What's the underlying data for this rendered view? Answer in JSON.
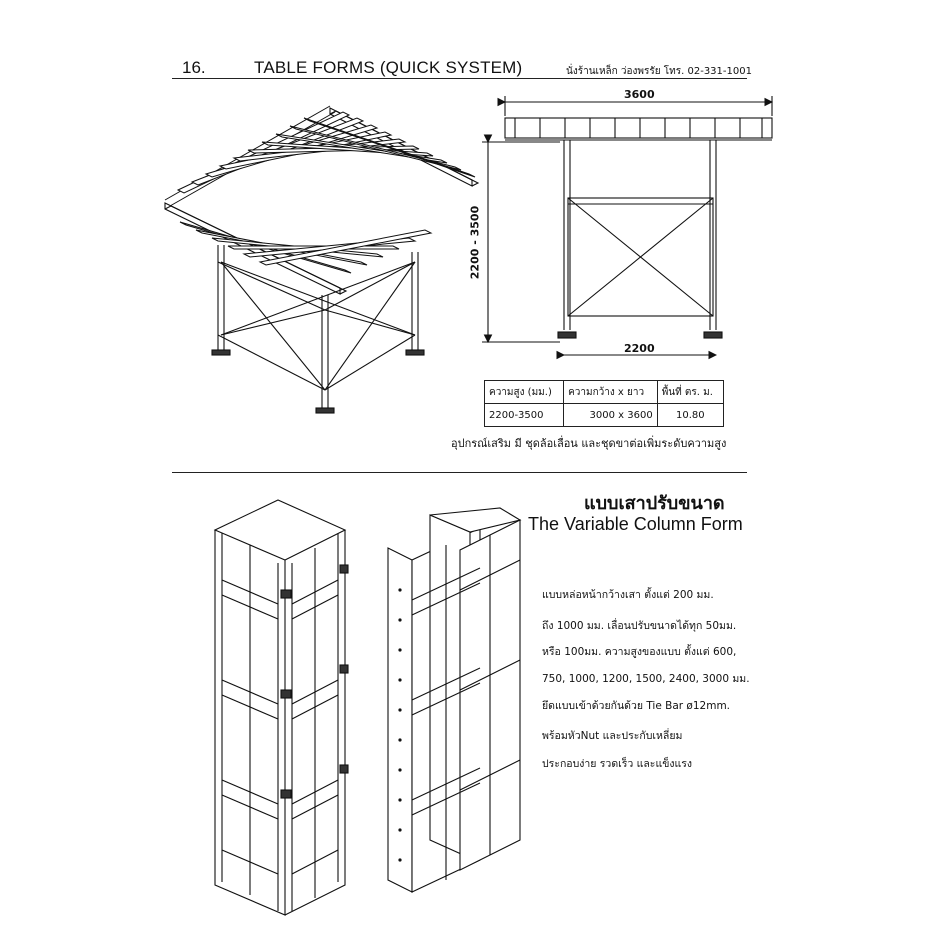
{
  "header": {
    "page_number": "16.",
    "title": "TABLE FORMS  (QUICK SYSTEM)",
    "contact": "นั่งร้านเหล็ก ว่องพรรัย โทร. 02-331-1001"
  },
  "table_form": {
    "dims": {
      "top_width": "3600",
      "height_range": "2200 - 3500",
      "base_width": "2200"
    },
    "spec_table": {
      "headers": [
        "ความสูง (มม.)",
        "ความกว้าง x ยาว",
        "พื้นที่ ตร. ม."
      ],
      "row": [
        "2200-3500",
        "3000 x 3600",
        "10.80"
      ]
    },
    "accessory_note": "อุปกรณ์เสริม มี ชุดล้อเลื่อน และชุดขาต่อเพิ่มระดับความสูง"
  },
  "column_form": {
    "title_th": "แบบเสาปรับขนาด",
    "title_en": "The Variable Column Form",
    "description": [
      "แบบหล่อหน้ากว้างเสา ตั้งแต่ 200 มม.",
      "ถึง 1000 มม. เลื่อนปรับขนาดได้ทุก 50มม.",
      "หรือ 100มม. ความสูงของแบบ ตั้งแต่ 600,",
      "750, 1000, 1200, 1500, 2400, 3000 มม.",
      "ยึดแบบเข้าด้วยกันด้วย Tie Bar ø12mm.",
      "พร้อมหัวNut และประกับเหลี่ยม",
      "ประกอบง่าย รวดเร็ว และแข็งแรง"
    ]
  }
}
